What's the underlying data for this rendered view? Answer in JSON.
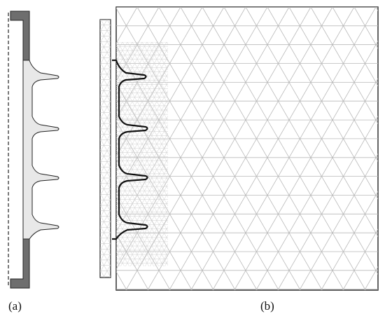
{
  "captions": {
    "a": "(a)",
    "b": "(b)"
  },
  "colors": {
    "housing": "#6e6e6e",
    "insulator": "#e8e8e8",
    "mesh_line": "#b9b9b9",
    "outline": "#2a2a2a",
    "background": "#ffffff"
  },
  "panels": [
    {
      "id": "a",
      "content": "insulator-cross-section"
    },
    {
      "id": "b",
      "content": "finite-element-mesh"
    }
  ],
  "insulator": {
    "shed_count": 4
  }
}
